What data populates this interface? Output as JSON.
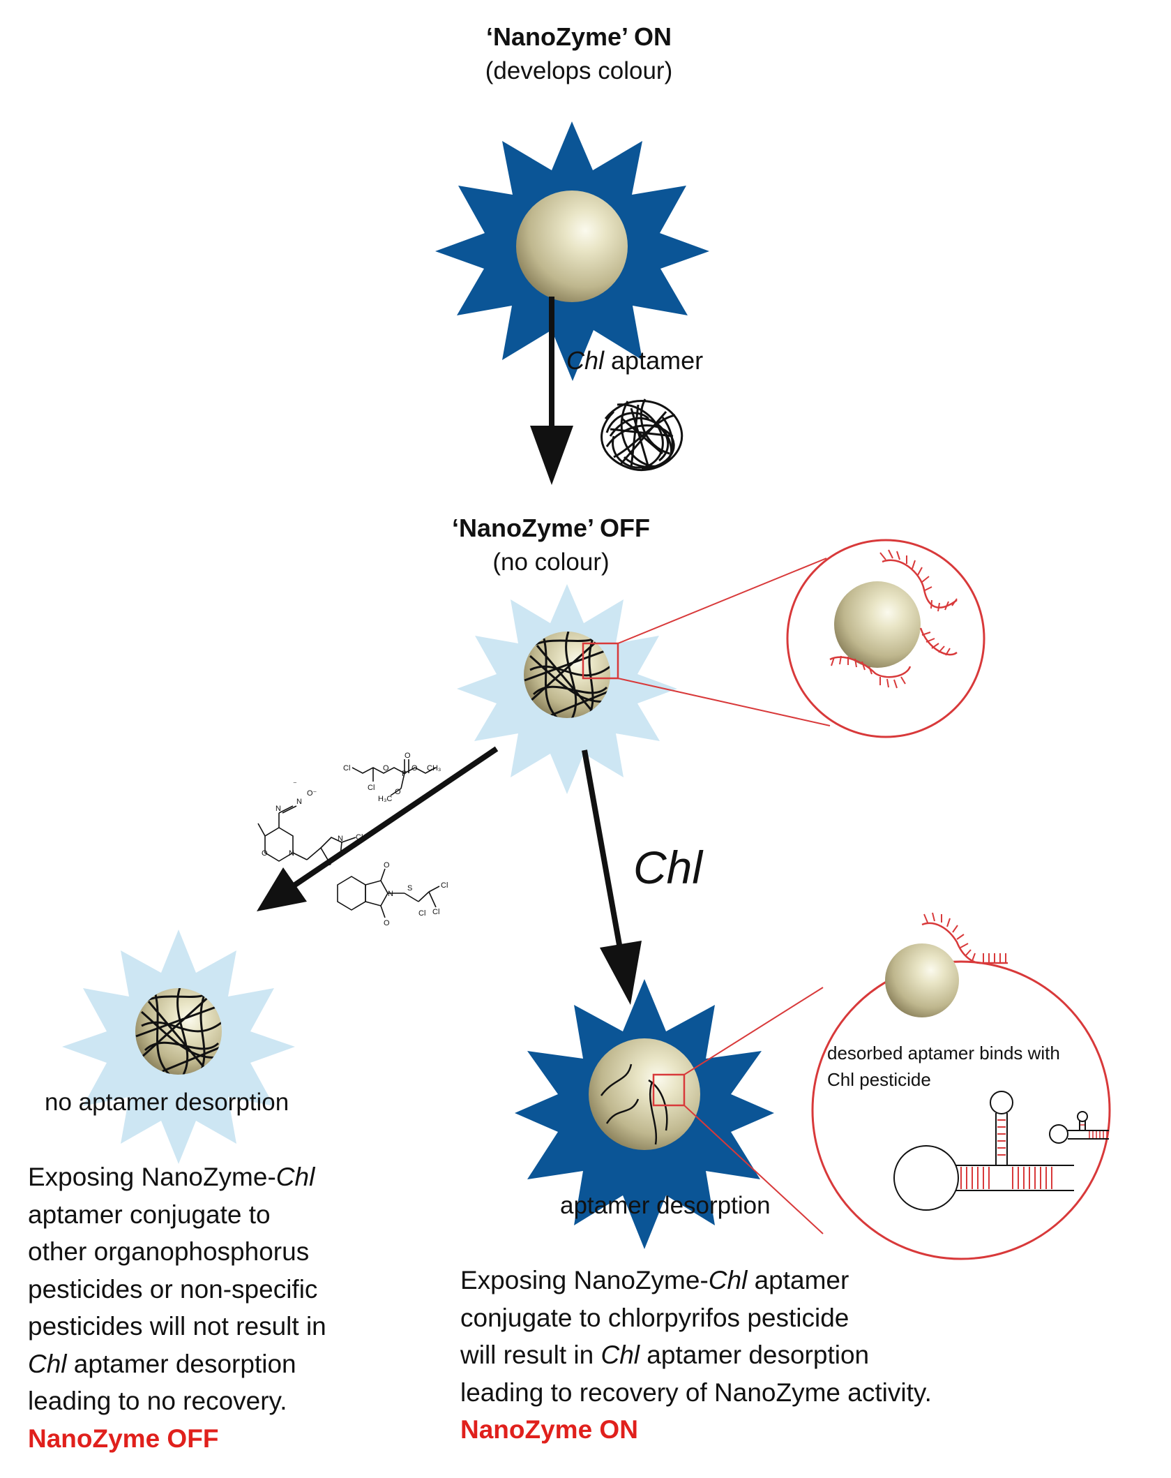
{
  "top_state": {
    "title": "‘NanoZyme’ ON",
    "subtitle": "(develops colour)"
  },
  "step1": {
    "label_italic": "Chl",
    "label_rest": " aptamer"
  },
  "middle_state": {
    "title": "‘NanoZyme’ OFF",
    "subtitle": "(no colour)"
  },
  "branch_right": {
    "label": "Chl"
  },
  "left_result": {
    "caption": "no aptamer desorption",
    "lines": [
      {
        "pre": "Exposing NanoZyme-",
        "it": "Chl",
        "post": ""
      },
      {
        "pre": "aptamer conjugate to",
        "it": "",
        "post": ""
      },
      {
        "pre": "other organophosphorus",
        "it": "",
        "post": ""
      },
      {
        "pre": "pesticides or non-specific",
        "it": "",
        "post": ""
      },
      {
        "pre": "pesticides will not result in",
        "it": "",
        "post": ""
      },
      {
        "pre": "",
        "it": "Chl",
        "post": " aptamer desorption"
      },
      {
        "pre": "leading to no recovery.",
        "it": "",
        "post": ""
      }
    ],
    "status": "NanoZyme OFF"
  },
  "right_result": {
    "caption": "aptamer desorption",
    "inset_text_1": "desorbed aptamer binds with",
    "inset_text_2": "Chl pesticide",
    "lines": [
      {
        "pre": "Exposing NanoZyme-",
        "it": "Chl",
        "post": " aptamer"
      },
      {
        "pre": "conjugate to chlorpyrifos pesticide",
        "it": "",
        "post": ""
      },
      {
        "pre": "will result in ",
        "it": "Chl",
        "post": " aptamer desorption"
      },
      {
        "pre": "leading to recovery of NanoZyme activity.",
        "it": "",
        "post": ""
      }
    ],
    "status": "NanoZyme ON"
  },
  "colors": {
    "active_star": "#0b5596",
    "inactive_star": "#cde6f3",
    "callout": "#d8393a",
    "status_text": "#e0201c"
  }
}
